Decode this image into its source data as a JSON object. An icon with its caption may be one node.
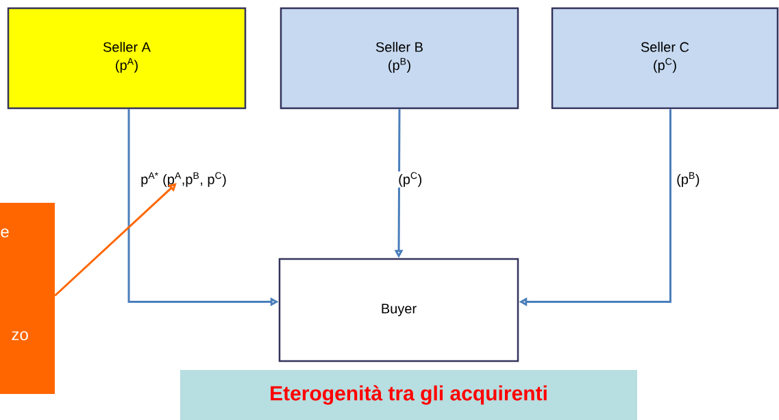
{
  "diagram": {
    "nodes": [
      {
        "text": [
          "Seller A",
          "(p$^{A}$)"
        ]
      },
      {
        "text": [
          "Seller B",
          "(p$^{B}$)"
        ]
      },
      {
        "text": [
          "Seller C",
          "(p$^{C}$)"
        ]
      },
      {
        "text": [
          "e",
          "zo"
        ]
      },
      {
        "text": [
          "Buyer"
        ]
      },
      {
        "text": [
          "p$^{A*}$ (p$^{A}$,p$^{B}$, p$^{C}$)"
        ]
      },
      {
        "text": [
          "Eterogenità tra gli acquirenti"
        ]
      }
    ],
    "edges": [
      {
        "from": 0,
        "to": 4,
        "arrow": "to"
      },
      {
        "from": 1,
        "to": 4,
        "arrow": "to",
        "label": "(p$^{C}$)"
      },
      {
        "from": 2,
        "to": 4,
        "arrow": "to",
        "label": "(p$^{B}$)"
      },
      {
        "from": 3,
        "to": 5,
        "arrow": "to",
        "color": "#ff6600"
      }
    ]
  }
}
